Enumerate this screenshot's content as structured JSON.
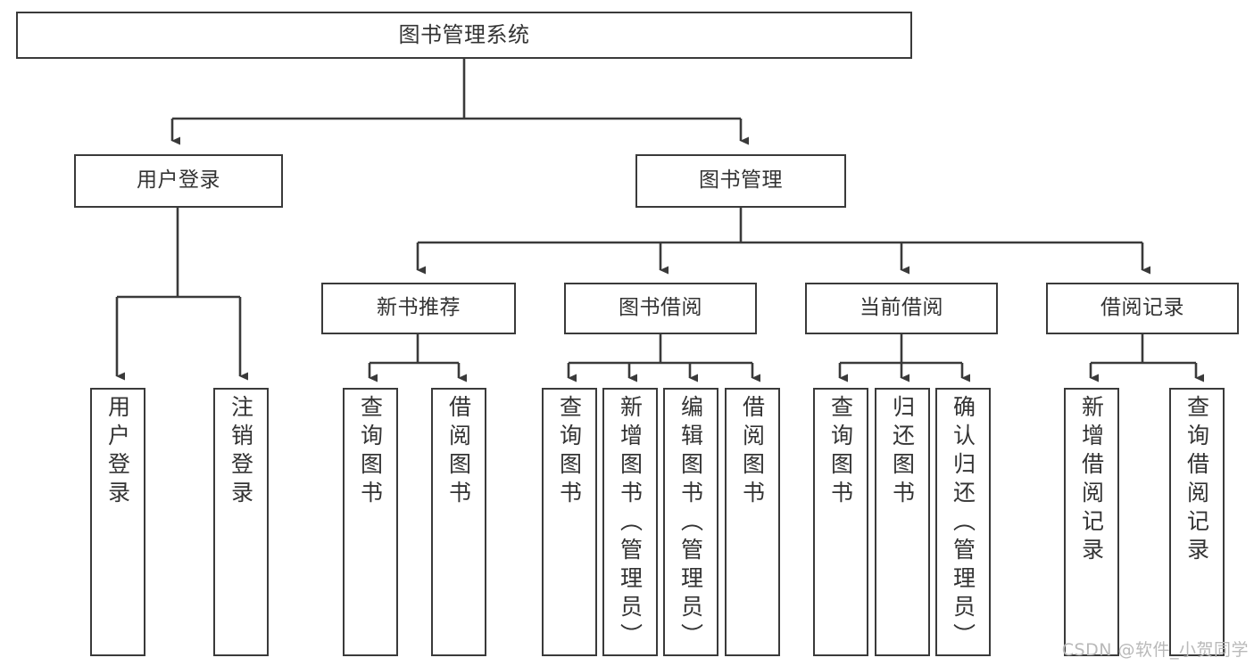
{
  "diagram": {
    "type": "tree",
    "title": "图书管理系统",
    "root": {
      "label": "图书管理系统"
    },
    "level2": [
      {
        "label": "用户登录"
      },
      {
        "label": "图书管理"
      }
    ],
    "level3": [
      {
        "label": "新书推荐"
      },
      {
        "label": "图书借阅"
      },
      {
        "label": "当前借阅"
      },
      {
        "label": "借阅记录"
      }
    ],
    "leaves": {
      "user_login": [
        {
          "label": "用户登录"
        },
        {
          "label": "注销登录"
        }
      ],
      "new_book_recommend": [
        {
          "label": "查询图书"
        },
        {
          "label": "借阅图书"
        }
      ],
      "book_borrow": [
        {
          "label": "查询图书"
        },
        {
          "label": "新增图书（管理员）"
        },
        {
          "label": "编辑图书（管理员）"
        },
        {
          "label": "借阅图书"
        }
      ],
      "current_borrow": [
        {
          "label": "查询图书"
        },
        {
          "label": "归还图书"
        },
        {
          "label": "确认归还（管理员）"
        }
      ],
      "borrow_record": [
        {
          "label": "新增借阅记录"
        },
        {
          "label": "查询借阅记录"
        }
      ]
    }
  },
  "watermark": {
    "text": "CSDN @软件_小贺同学"
  },
  "colors": {
    "stroke": "#3a3a3a",
    "text": "#333333",
    "background": "#ffffff",
    "watermark": "#b9b9b9"
  }
}
